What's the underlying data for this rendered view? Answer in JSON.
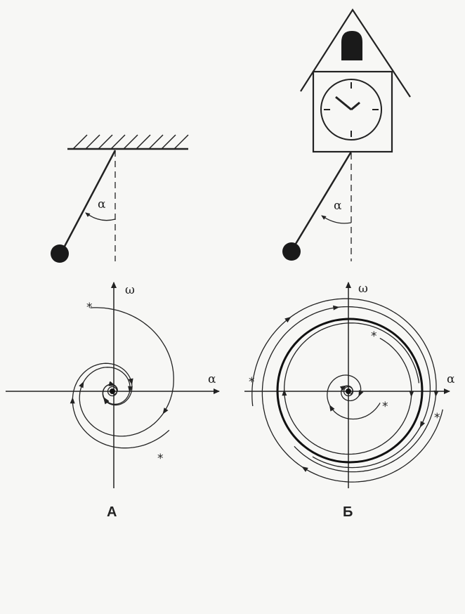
{
  "left_pendulum": {
    "angle_label": "α"
  },
  "right_clock": {
    "angle_label": "α"
  },
  "phase_a": {
    "x_axis_label": "α",
    "y_axis_label": "ω",
    "caption": "А",
    "start_marks": [
      "*",
      "*"
    ]
  },
  "phase_b": {
    "x_axis_label": "α",
    "y_axis_label": "ω",
    "caption": "Б",
    "start_marks": [
      "*",
      "*",
      "*",
      "*"
    ]
  }
}
